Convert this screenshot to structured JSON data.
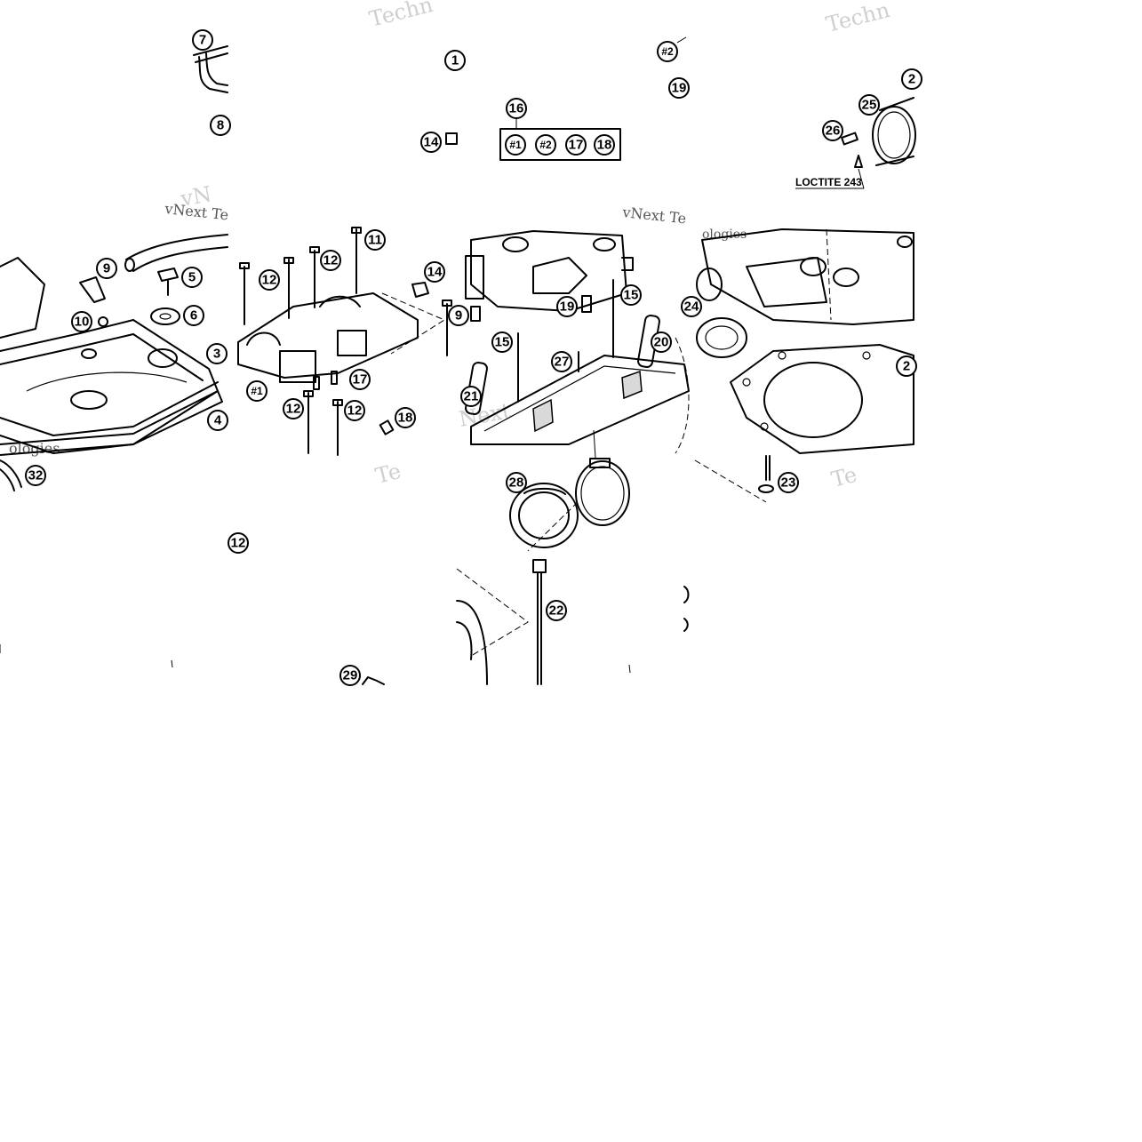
{
  "callouts": {
    "c7": "7",
    "c8": "8",
    "c9": "9",
    "c10": "10",
    "c5": "5",
    "c6": "6",
    "c3": "3",
    "c4": "4",
    "c32": "32",
    "c11": "11",
    "c12a": "12",
    "c12b": "12",
    "c12c": "12",
    "c12d": "12",
    "c12e": "12",
    "c14a": "14",
    "c14b": "14",
    "c1": "1",
    "c17": "17",
    "c18a": "18",
    "c18b": "18",
    "c16": "16",
    "c17b": "17",
    "cm1a": "#1",
    "cm1b": "#1",
    "cm2a": "#2",
    "cm2b": "#2",
    "c19a": "19",
    "c19b": "19",
    "c15a": "15",
    "c15b": "15",
    "c20": "20",
    "c21": "21",
    "c27": "27",
    "c28": "28",
    "c22": "22",
    "c29": "29",
    "c25": "25",
    "c26": "26",
    "c24": "24",
    "c2a": "2",
    "c2b": "2",
    "c23": "23",
    "c9b": "9"
  },
  "note_loctite": "LOCTITE 243",
  "watermarks": {
    "w1": "Techn",
    "w2": "Techn",
    "w3": "vNext Te",
    "w4": "vNext Te",
    "w5": "Te",
    "w6": "Te",
    "w7": "ologies",
    "w8": "ologies",
    "w9": "Next",
    "w10": "vN"
  }
}
